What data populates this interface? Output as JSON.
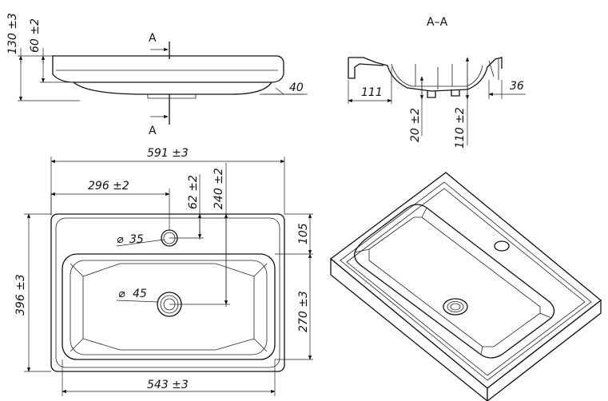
{
  "section_label": "A–A",
  "section_marks": {
    "top": "A",
    "bottom": "A"
  },
  "side_view": {
    "height_total": "130 ±3",
    "height_rim": "60 ±2",
    "overhang": "40"
  },
  "section_view": {
    "left": "111",
    "right": "36",
    "drain_depth": "20 ±2",
    "bowl_depth": "110 ±2"
  },
  "plan_view": {
    "width_total": "591 ±3",
    "tap_offset_x": "296 ±2",
    "tap_offset_y": "62 ±2",
    "drain_offset_y": "240 ±2",
    "depth_total": "396 ±3",
    "ledge": "105",
    "bowl_length": "270 ±3",
    "width_bottom": "543 ±3",
    "tap_hole": "35",
    "drain_hole": "45",
    "diameter_symbol": "⌀"
  },
  "iso_view": {}
}
